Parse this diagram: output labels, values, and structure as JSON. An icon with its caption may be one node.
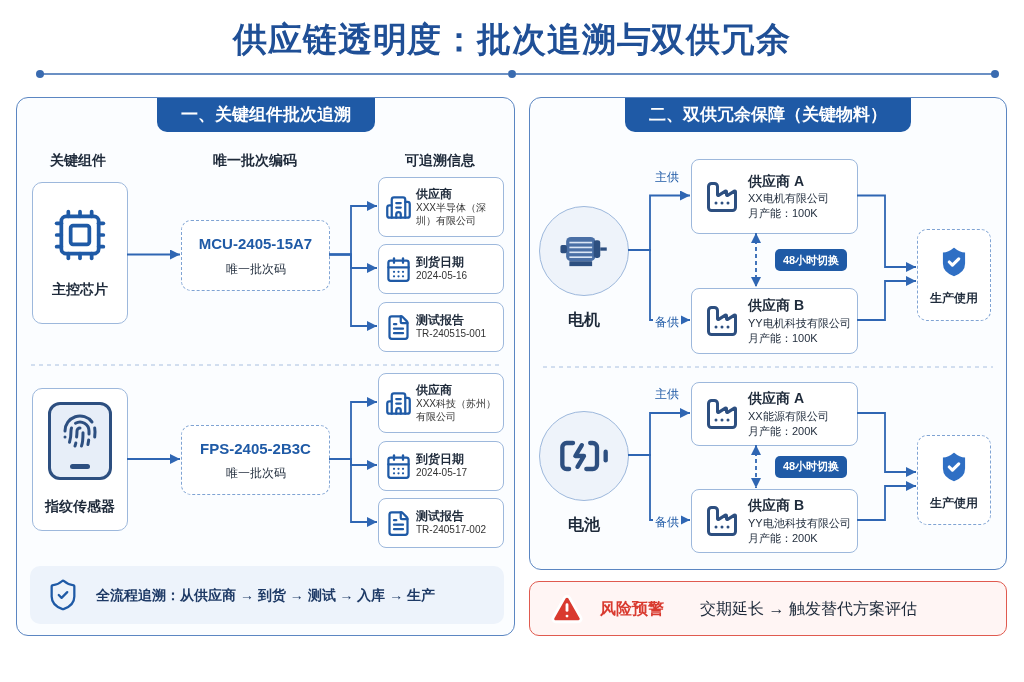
{
  "diagram": {
    "title": "供应链透明度：批次追溯与双供冗余",
    "nodes": [
      {
        "text": [
          "一、关键组件批次追溯"
        ]
      },
      {
        "text": [
          "二、双供冗余保障（关键物料）"
        ]
      },
      {
        "text": [
          "主控芯片"
        ],
        "in": 0
      },
      {
        "text": [
          "MCU-2405-15A7",
          "唯一批次码"
        ],
        "in": 0
      },
      {
        "text": [
          "供应商",
          "XXX半导体（深圳）有限公司"
        ],
        "in": 0
      },
      {
        "text": [
          "到货日期",
          "2024-05-16"
        ],
        "in": 0
      },
      {
        "text": [
          "测试报告",
          "TR-240515-001"
        ],
        "in": 0
      },
      {
        "text": [
          "指纹传感器"
        ],
        "in": 0
      },
      {
        "text": [
          "FPS-2405-2B3C",
          "唯一批次码"
        ],
        "in": 0
      },
      {
        "text": [
          "供应商",
          "XXX科技（苏州）有限公司"
        ],
        "in": 0
      },
      {
        "text": [
          "到货日期",
          "2024-05-17"
        ],
        "in": 0
      },
      {
        "text": [
          "测试报告",
          "TR-240517-002"
        ],
        "in": 0
      },
      {
        "text": [
          "全流程追溯：从供应商 → 到货 → 测试 → 入库 → 生产"
        ],
        "in": 0
      },
      {
        "text": [
          "电机"
        ],
        "in": 1
      },
      {
        "text": [
          "供应商 A",
          "XX电机有限公司",
          "月产能：100K"
        ],
        "in": 1
      },
      {
        "text": [
          "供应商 B",
          "YY电机科技有限公司",
          "月产能：100K"
        ],
        "in": 1
      },
      {
        "text": [
          "生产使用"
        ],
        "in": 1
      },
      {
        "text": [
          "电池"
        ],
        "in": 1
      },
      {
        "text": [
          "供应商 A",
          "XX能源有限公司",
          "月产能：200K"
        ],
        "in": 1
      },
      {
        "text": [
          "供应商 B",
          "YY电池科技有限公司",
          "月产能：200K"
        ],
        "in": 1
      },
      {
        "text": [
          "生产使用"
        ],
        "in": 1
      },
      {
        "text": [
          "风险预警",
          "交期延长 → 触发替代方案评估"
        ]
      }
    ],
    "edges": [
      {
        "from": 2,
        "to": 3,
        "arrow": "to"
      },
      {
        "from": 3,
        "to": 4,
        "arrow": "to"
      },
      {
        "from": 3,
        "to": 5,
        "arrow": "to"
      },
      {
        "from": 3,
        "to": 6,
        "arrow": "to"
      },
      {
        "from": 7,
        "to": 8,
        "arrow": "to"
      },
      {
        "from": 8,
        "to": 9,
        "arrow": "to"
      },
      {
        "from": 8,
        "to": 10,
        "arrow": "to"
      },
      {
        "from": 8,
        "to": 11,
        "arrow": "to"
      },
      {
        "from": 13,
        "to": 14,
        "arrow": "to",
        "label": "主供"
      },
      {
        "from": 13,
        "to": 15,
        "arrow": "to",
        "label": "备供"
      },
      {
        "from": 14,
        "to": 15,
        "arrow": "both",
        "style": "dashed",
        "label": "48小时切换"
      },
      {
        "from": 14,
        "to": 16,
        "arrow": "to"
      },
      {
        "from": 15,
        "to": 16,
        "arrow": "to"
      },
      {
        "from": 17,
        "to": 18,
        "arrow": "to",
        "label": "主供"
      },
      {
        "from": 17,
        "to": 19,
        "arrow": "to",
        "label": "备供"
      },
      {
        "from": 18,
        "to": 19,
        "arrow": "both",
        "style": "dashed",
        "label": "48小时切换"
      },
      {
        "from": 18,
        "to": 20,
        "arrow": "to"
      },
      {
        "from": 19,
        "to": 20,
        "arrow": "to"
      }
    ],
    "labels": [
      "关键组件",
      "唯一批次编码",
      "可追溯信息"
    ]
  }
}
